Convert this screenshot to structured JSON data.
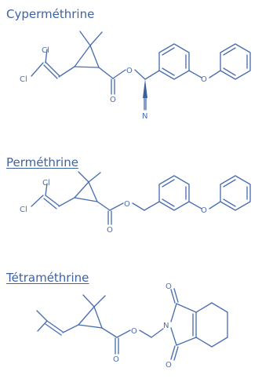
{
  "molecules": [
    {
      "name": "Cyperméthrine",
      "atoms": {
        "cl_a": "Cl",
        "cl_b": "Cl",
        "o_ester": "O",
        "o_carbonyl": "O",
        "o_ether": "O",
        "n": "N"
      }
    },
    {
      "name": "Perméthrine",
      "atoms": {
        "cl_a": "Cl",
        "cl_b": "Cl",
        "o_ester": "O",
        "o_carbonyl": "O",
        "o_ether": "O"
      }
    },
    {
      "name": "Tétraméthrine",
      "atoms": {
        "o_carbonyl": "O",
        "o_ester": "O",
        "o_imide_top": "O",
        "o_imide_bottom": "O",
        "n": "N"
      }
    }
  ]
}
